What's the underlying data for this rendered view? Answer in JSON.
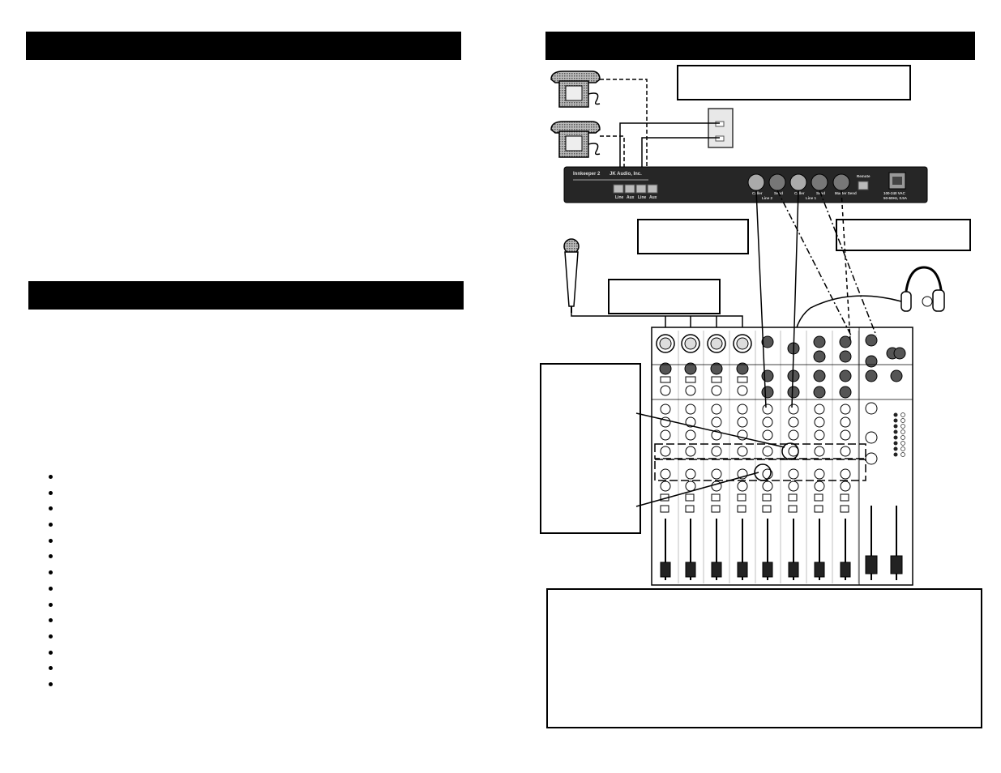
{
  "rack_unit": {
    "model_label": "Innkeeper 2",
    "maker_label": "JK Audio, Inc.",
    "jack_labels": [
      "Line",
      "Aux",
      "Line",
      "Aux"
    ],
    "xlr_labels": [
      "Caller",
      "Send",
      "Caller",
      "Send",
      "Master Send"
    ],
    "line_group_labels": [
      "Line 2",
      "Line 1"
    ],
    "remote_label": "Remote",
    "power_label_1": "100-240 VAC",
    "power_label_2": "50-60Hz, 0.5A"
  },
  "bullet_count": 14,
  "icons": [
    "telephone-icon",
    "microphone-icon",
    "headphones-icon",
    "wall-jack-icon"
  ]
}
